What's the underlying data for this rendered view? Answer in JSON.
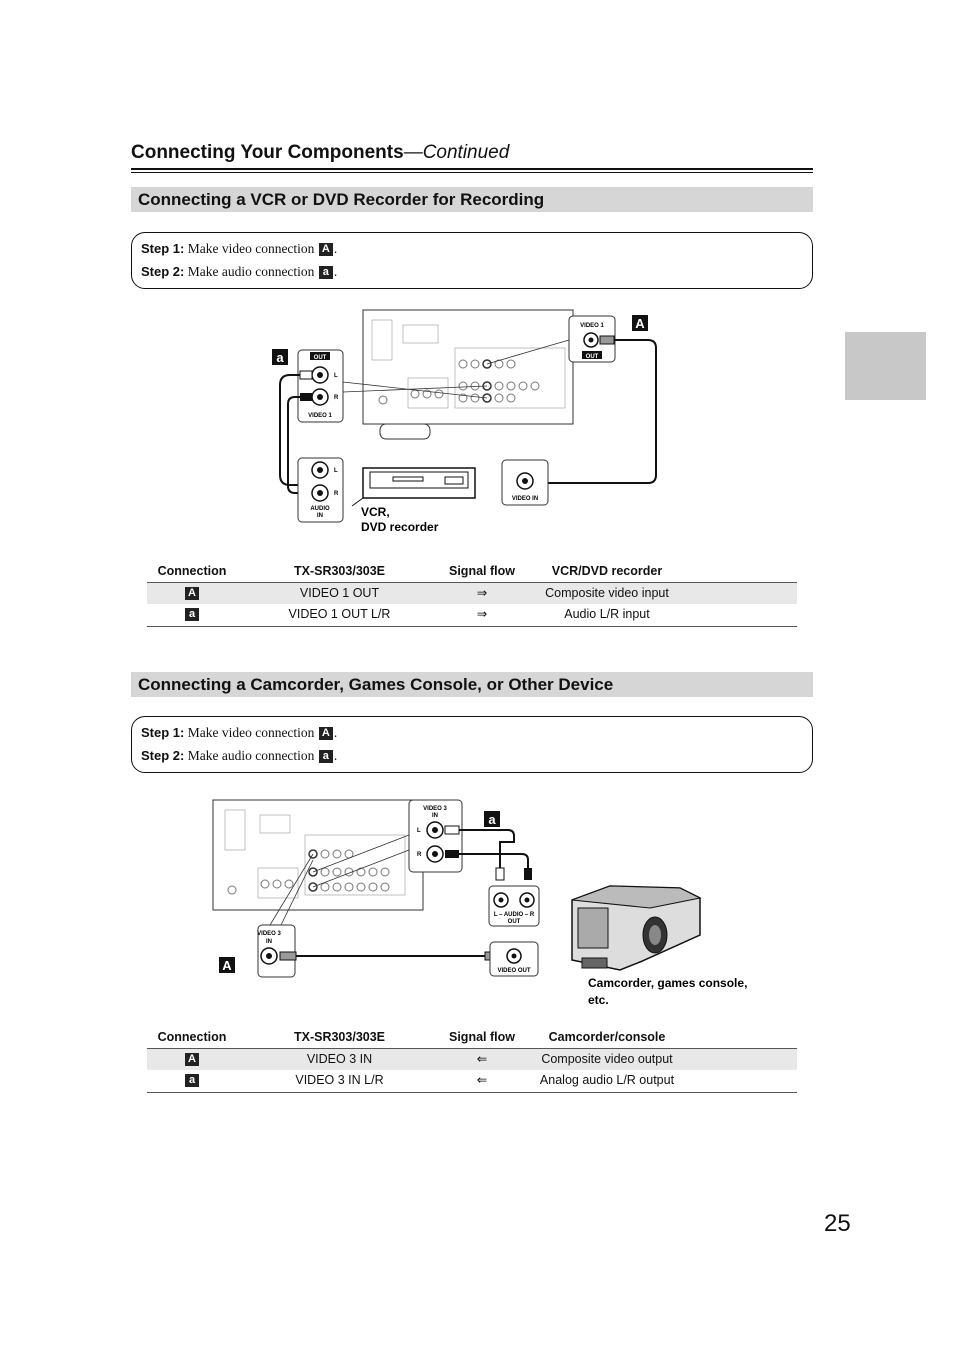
{
  "header": {
    "title_main": "Connecting Your Components",
    "title_suffix": "—Continued"
  },
  "section1": {
    "heading": "Connecting a VCR or DVD Recorder for Recording",
    "step1_label": "Step 1:",
    "step1_text": "Make video connection",
    "step1_badge": "A",
    "step2_label": "Step 2:",
    "step2_text": "Make audio connection",
    "step2_badge": "a",
    "diagram": {
      "badge_A": "A",
      "badge_a": "a",
      "out_label": "OUT",
      "l": "L",
      "r": "R",
      "video1": "VIDEO 1",
      "video1_top": "VIDEO 1",
      "out_top": "OUT",
      "audio_in": "AUDIO",
      "audio_in2": "IN",
      "video_in": "VIDEO IN",
      "device_label1": "VCR,",
      "device_label2": "DVD recorder"
    },
    "table": {
      "headers": [
        "Connection",
        "TX-SR303/303E",
        "Signal flow",
        "VCR/DVD recorder"
      ],
      "rows": [
        {
          "badge": "A",
          "tx": "VIDEO 1 OUT",
          "flow": "⇒",
          "device": "Composite video input"
        },
        {
          "badge": "a",
          "tx": "VIDEO 1 OUT L/R",
          "flow": "⇒",
          "device": "Audio L/R input"
        }
      ]
    }
  },
  "section2": {
    "heading": "Connecting a Camcorder, Games Console, or Other Device",
    "step1_label": "Step 1:",
    "step1_text": "Make video connection",
    "step1_badge": "A",
    "step2_label": "Step 2:",
    "step2_text": "Make audio connection",
    "step2_badge": "a",
    "diagram": {
      "badge_A": "A",
      "badge_a": "a",
      "video3_in_top1": "VIDEO 3",
      "video3_in_top2": "IN",
      "l": "L",
      "r": "R",
      "video3_in_bot1": "VIDEO 3",
      "video3_in_bot2": "IN",
      "audio_out1": "L – AUDIO – R",
      "audio_out2": "OUT",
      "video_out": "VIDEO OUT",
      "device_label1": "Camcorder, games console,",
      "device_label2": "etc."
    },
    "table": {
      "headers": [
        "Connection",
        "TX-SR303/303E",
        "Signal flow",
        "Camcorder/console"
      ],
      "rows": [
        {
          "badge": "A",
          "tx": "VIDEO 3 IN",
          "flow": "⇐",
          "device": "Composite video output"
        },
        {
          "badge": "a",
          "tx": "VIDEO 3 IN L/R",
          "flow": "⇐",
          "device": "Analog audio L/R output"
        }
      ]
    }
  },
  "page_number": "25"
}
